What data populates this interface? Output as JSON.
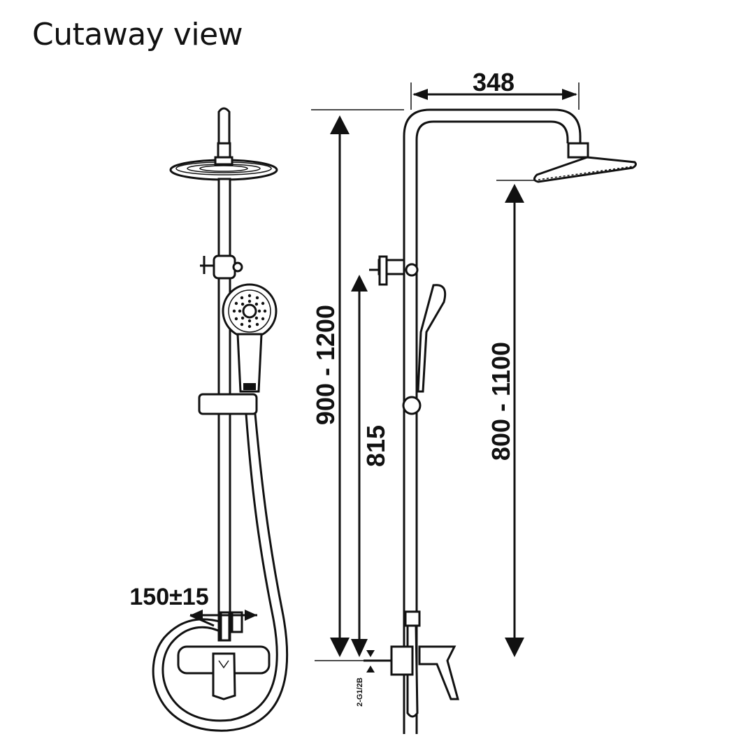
{
  "title": "Cutaway view",
  "dimensions": {
    "width_top": "348",
    "total_height": "900 - 1200",
    "slider_height": "815",
    "head_height": "800 - 1100",
    "inlet_spacing": "150±15",
    "inlet_thread": "2-G1/2B"
  },
  "icons": {
    "front_view": "shower-system-front-icon",
    "side_view": "shower-system-side-icon"
  }
}
